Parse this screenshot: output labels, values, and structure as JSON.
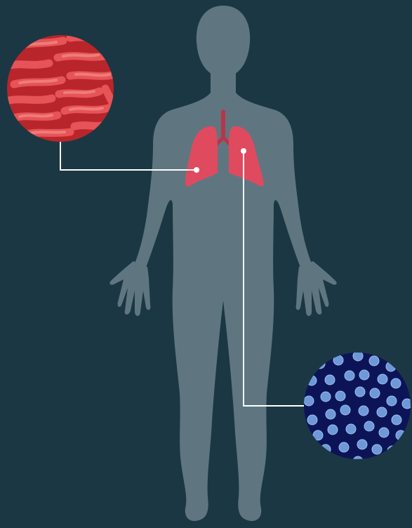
{
  "diagram": {
    "colors": {
      "background": "#1b3743",
      "body": "#5f7680",
      "lungs": "#e04a5f",
      "trachea": "#b83549",
      "connector": "#ffffff",
      "bacteria_bg": "#b8262b",
      "bacteria_rod": "#e65457",
      "bacteria_rod_highlight": "#f08a86",
      "cocci_bg": "#0c1457",
      "cocci": "#6f98d8"
    },
    "nodes": [
      {
        "id": "body-silhouette",
        "icon": "human-body-icon"
      },
      {
        "id": "lungs",
        "icon": "lungs-icon"
      },
      {
        "id": "rod-bacteria",
        "icon": "rod-bacteria-icon"
      },
      {
        "id": "cocci-bacteria",
        "icon": "cocci-bacteria-icon"
      }
    ],
    "edges": [
      {
        "from": "left-lung",
        "to": "rod-bacteria"
      },
      {
        "from": "right-lung",
        "to": "cocci-bacteria"
      }
    ]
  }
}
